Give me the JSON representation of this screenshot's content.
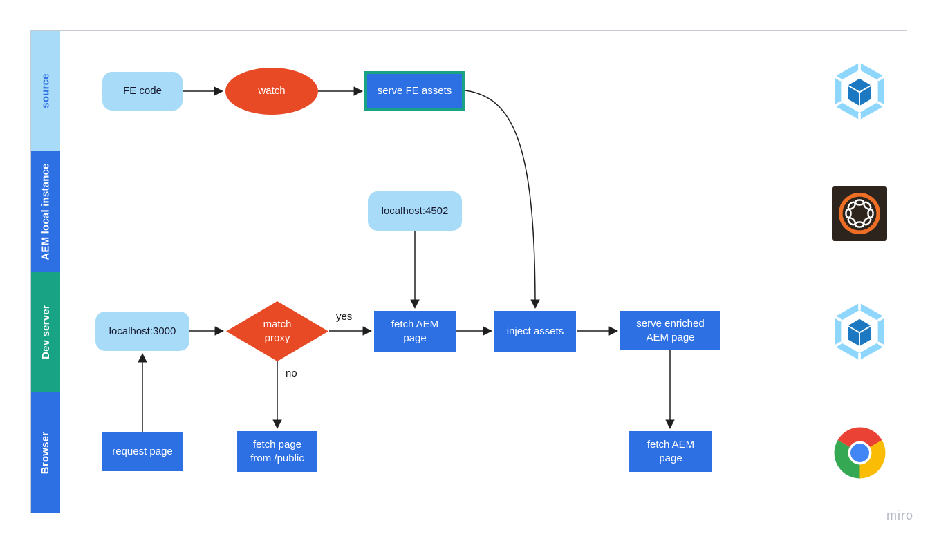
{
  "lanes": [
    {
      "id": "source",
      "label": "source",
      "bg": "#A7DBF7",
      "text_color": "#2D70E4"
    },
    {
      "id": "aem-local-instance",
      "label": "AEM local instance",
      "bg": "#2D70E4",
      "text_color": "#FFFFFF"
    },
    {
      "id": "dev-server",
      "label": "Dev server",
      "bg": "#17A384",
      "text_color": "#FFFFFF"
    },
    {
      "id": "browser",
      "label": "Browser",
      "bg": "#2D70E4",
      "text_color": "#FFFFFF"
    }
  ],
  "nodes": {
    "fe_code": {
      "label": "FE code",
      "shape": "rounded",
      "lane": "source"
    },
    "watch": {
      "label": "watch",
      "shape": "ellipse",
      "lane": "source"
    },
    "serve_fe_assets": {
      "label": "serve FE assets",
      "shape": "rect-green-border",
      "lane": "source"
    },
    "localhost_4502": {
      "label": "localhost:4502",
      "shape": "rounded",
      "lane": "aem-local-instance"
    },
    "localhost_3000": {
      "label": "localhost:3000",
      "shape": "rounded",
      "lane": "dev-server"
    },
    "match_proxy": {
      "label": "match proxy",
      "shape": "diamond",
      "lane": "dev-server"
    },
    "fetch_aem_page_dev": {
      "label": "fetch AEM page",
      "shape": "rect",
      "lane": "dev-server"
    },
    "inject_assets": {
      "label": "inject assets",
      "shape": "rect",
      "lane": "dev-server"
    },
    "serve_enriched_aem_page": {
      "label": "serve enriched AEM page",
      "shape": "rect",
      "lane": "dev-server"
    },
    "request_page": {
      "label": "request page",
      "shape": "rect",
      "lane": "browser"
    },
    "fetch_page_from_public": {
      "label": "fetch page from /public",
      "shape": "rect",
      "lane": "browser"
    },
    "fetch_aem_page_browser": {
      "label": "fetch AEM page",
      "shape": "rect",
      "lane": "browser"
    }
  },
  "edges": [
    {
      "from": "FE code",
      "to": "watch"
    },
    {
      "from": "watch",
      "to": "serve FE assets"
    },
    {
      "from": "serve FE assets",
      "to": "inject assets"
    },
    {
      "from": "localhost:4502",
      "to": "fetch AEM page"
    },
    {
      "from": "localhost:3000",
      "to": "match proxy"
    },
    {
      "from": "match proxy",
      "to": "fetch AEM page",
      "label": "yes"
    },
    {
      "from": "match proxy",
      "to": "fetch page from /public",
      "label": "no"
    },
    {
      "from": "fetch AEM page",
      "to": "inject assets"
    },
    {
      "from": "inject assets",
      "to": "serve enriched AEM page"
    },
    {
      "from": "serve enriched AEM page",
      "to": "fetch AEM page"
    },
    {
      "from": "request page",
      "to": "localhost:3000"
    }
  ],
  "edge_labels": {
    "yes": "yes",
    "no": "no"
  },
  "icons": {
    "source_icon": "webpack",
    "aem_icon": "adobe-experience-manager",
    "dev_server_icon": "webpack",
    "browser_icon": "chrome"
  },
  "watermark": "miro",
  "colors": {
    "blue_node": "#2D70E4",
    "light_blue_node": "#A7DBF7",
    "red_node": "#E94A26",
    "green_accent": "#17A384",
    "divider": "#C9CDD3",
    "connector": "#1F1F1F",
    "watermark": "#B5B9C6",
    "webpack_outer": "#8ED6FB",
    "webpack_cube": "#1C78C0",
    "aem_bg": "#2E241E",
    "aem_ring": "#ED6E24",
    "chrome_red": "#EA4335",
    "chrome_green": "#34A853",
    "chrome_yellow": "#FBBC05",
    "chrome_blue": "#4285F4"
  }
}
